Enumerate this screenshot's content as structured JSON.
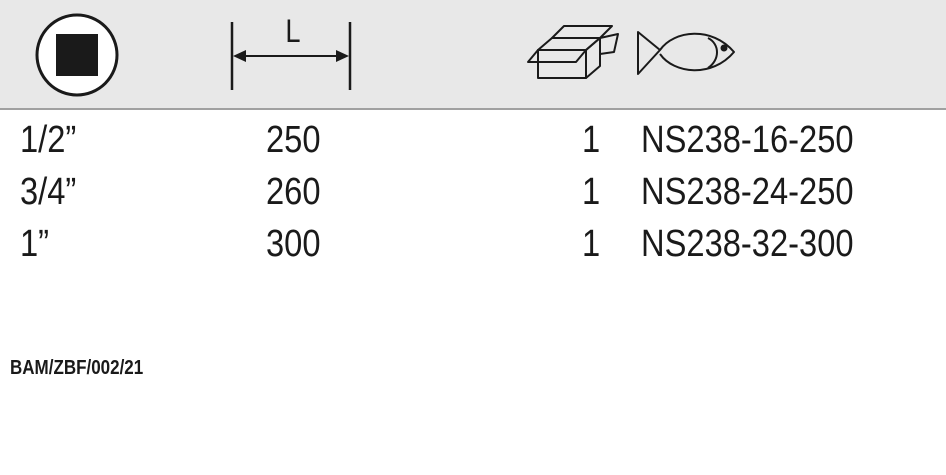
{
  "header": {
    "icons": [
      "square-drive-icon",
      "length-dimension-icon",
      "package-box-icon",
      "fish-icon"
    ],
    "length_label": "L"
  },
  "rows": [
    {
      "size": "1/2”",
      "length": "250",
      "qty": "1",
      "code": "NS238-16-250"
    },
    {
      "size": "3/4”",
      "length": "260",
      "qty": "1",
      "code": "NS238-24-250"
    },
    {
      "size": "1”",
      "length": "300",
      "qty": "1",
      "code": "NS238-32-300"
    }
  ],
  "footer": {
    "code": "BAM/ZBF/002/21"
  },
  "colors": {
    "header_band": "#e8e8e8",
    "divider": "#a0a0a0",
    "text": "#1a1a1a"
  }
}
